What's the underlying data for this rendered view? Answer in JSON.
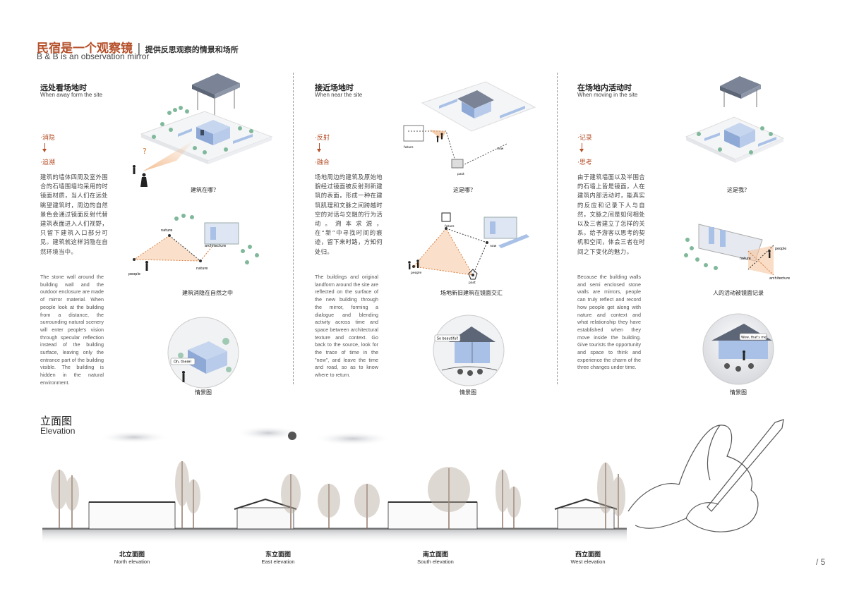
{
  "header": {
    "title_zh": "民宿是一个观察镜",
    "separator": "|",
    "subtitle_zh": "提供反思观察的情景和场所",
    "title_en": "B & B is an observation mirror"
  },
  "columns": [
    {
      "head_zh": "远处看场地时",
      "head_en": "When away form the site",
      "kw1": "消隐",
      "kw2": "追溯",
      "body_zh": "建筑的墙体四周及室外围合的石墙围墙均采用的时镜面材质，当人们在远处眺望建筑时，周边的自然景色会通过镜面反射代替建筑表面进入人们视野，只留下建筑入口部分可见。建筑就这样消隐在自然环境当中。",
      "body_en": "The stone wall around the building wall and the outdoor enclosure are made of mirror material. When people look at the building from a distance, the surrounding natural scenery will enter people's vision through specular reflection instead of the building surface, leaving only the entrance part of the building visible. The building is hidden in the natural environment.",
      "cap1": "建筑在哪？",
      "cap2": "建筑消隐在自然之中",
      "cap3": "情景图",
      "q": "?",
      "lbl_nature": "nature",
      "lbl_arch": "architecture",
      "lbl_people": "people",
      "bubble": "Oh, there!"
    },
    {
      "head_zh": "接近场地时",
      "head_en": "When near the site",
      "kw1": "反射",
      "kw2": "融合",
      "body_zh": "场地周边的建筑及原始地貌经过镜面被反射到新建筑的表面，形成一种在建筑肌理和文脉之间跨越时空的对话与交融的行为活动。溯本求源，在“新”中寻找时间的痕迹，留下来时路，方知何处归。",
      "body_en": "The buildings and original landform around the site are reflected on the surface of the new building through the mirror, forming a dialogue and blending activity across time and space between architectural texture and context. Go back to the source, look for the trace of time in the \"new\", and leave the time and road, so as to know where to return.",
      "cap1": "这是哪？",
      "cap2": "场地新旧建筑在镜面交汇",
      "cap3": "情景图",
      "lbl_future": "future",
      "lbl_now": "now",
      "lbl_past": "past",
      "lbl_people": "people",
      "bubble": "So beautiful!"
    },
    {
      "head_zh": "在场地内活动时",
      "head_en": "When moving in the site",
      "kw1": "记录",
      "kw2": "思考",
      "body_zh": "由于建筑墙面以及半围合的石墙上皆是镜面，人在建筑内部活动时，能真实的反应和记录下人与自然，文脉之间是如何相处以及三者建立了怎样的关系。给予游客以思考的契机和空间，体会三者在时间之下变化的魅力。",
      "body_en": "Because the building walls and semi enclosed stone walls are mirrors, people can truly reflect and record how people get along with nature and context and what relationship they have established when they move inside the building. Give tourists the opportunity and space to think and experience the charm of the three changes under time.",
      "cap1": "这是我？",
      "cap2": "人的活动被镜面记录",
      "cap3": "情景图",
      "lbl_people": "people",
      "lbl_nature": "nature",
      "lbl_arch": "architecture",
      "bubble": "Wow, that's me!"
    }
  ],
  "elevation": {
    "title_zh": "立面图",
    "title_en": "Elevation",
    "views": [
      {
        "zh": "北立面图",
        "en": "North elevation"
      },
      {
        "zh": "东立面图",
        "en": "East elevation"
      },
      {
        "zh": "南立面图",
        "en": "South elevation"
      },
      {
        "zh": "西立面图",
        "en": "West elevation"
      }
    ]
  },
  "page_number": "/ 5",
  "colors": {
    "accent": "#b5502a",
    "roof": "#6f7a8c",
    "mirror": "#a9c1e6",
    "tree": "#7fb89a",
    "beam": "#f2b98a"
  }
}
